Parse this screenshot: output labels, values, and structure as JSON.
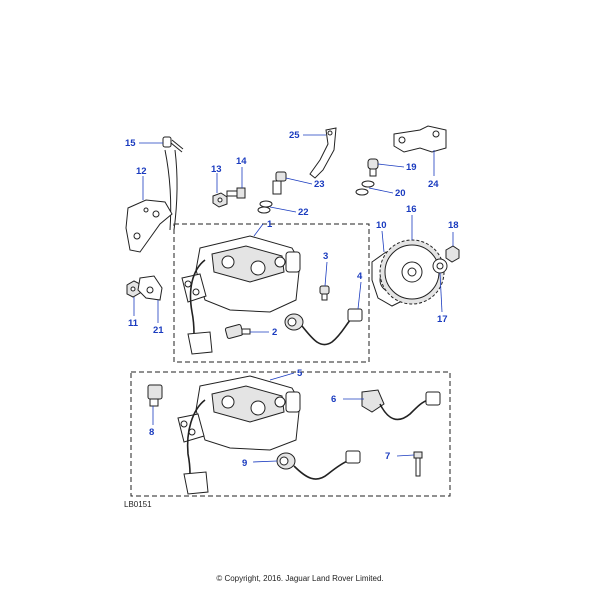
{
  "diagram_code": "LB0151",
  "copyright": "© Copyright, 2016. Jaguar Land Rover Limited.",
  "callouts": {
    "c1": "1",
    "c2": "2",
    "c3": "3",
    "c4": "4",
    "c5": "5",
    "c6": "6",
    "c7": "7",
    "c8": "8",
    "c9": "9",
    "c10": "10",
    "c11": "11",
    "c12": "12",
    "c13": "13",
    "c14": "14",
    "c15": "15",
    "c16": "16",
    "c17": "17",
    "c18": "18",
    "c19": "19",
    "c20": "20",
    "c21": "21",
    "c22": "22",
    "c23": "23",
    "c24": "24",
    "c25": "25"
  },
  "colors": {
    "callout": "#1a3bbf",
    "line": "#222222"
  }
}
